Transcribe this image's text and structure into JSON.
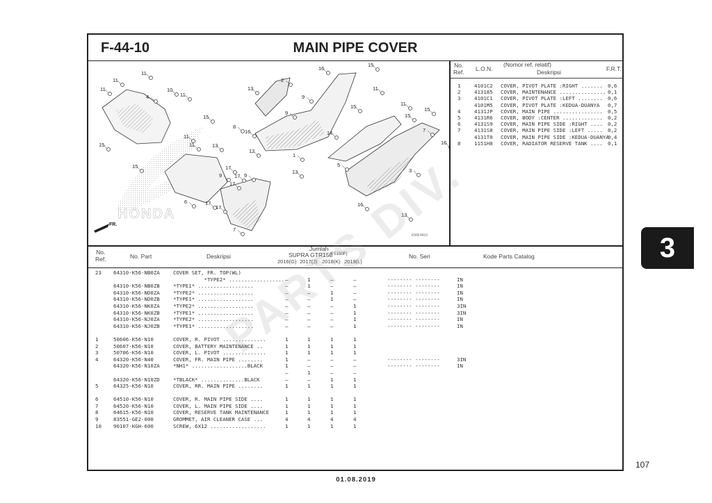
{
  "header": {
    "figure_no": "F-44-10",
    "title": "MAIN PIPE COVER"
  },
  "diagram": {
    "illustration_code": "K56F4410",
    "direction_label": "FR.",
    "logo_text": "HONDA",
    "callouts": [
      "11",
      "11",
      "11",
      "10",
      "11",
      "4",
      "15",
      "15",
      "15",
      "11",
      "11",
      "13",
      "2",
      "9",
      "9",
      "8",
      "16",
      "12",
      "13",
      "17",
      "9",
      "17",
      "17",
      "9",
      "17",
      "17",
      "6",
      "7",
      "13",
      "1",
      "16",
      "15",
      "11",
      "15",
      "14",
      "5",
      "11",
      "15",
      "15",
      "7",
      "16",
      "3",
      "16",
      "13"
    ]
  },
  "lon_table": {
    "headers": {
      "ref": "No.\nRef.",
      "lon": "L.O.N.",
      "nomor": "(Nomor ref. relatif)",
      "desc": "Deskripsi",
      "frt": "F.R.T."
    },
    "rows": [
      {
        "ref": "1",
        "lon": "4101C2",
        "desc": "COVER, PIVOT PLATE :RIGHT .......",
        "frt": "0,6"
      },
      {
        "ref": "2",
        "lon": "413185",
        "desc": "COVER, MAINTENANCE ...............",
        "frt": "0,1"
      },
      {
        "ref": "3",
        "lon": "4101C1",
        "desc": "COVER, PIVOT PLATE :LEFT ........",
        "frt": "0,6"
      },
      {
        "ref": "",
        "lon": "4101M5",
        "desc": "COVER, PIVOT PLATE :KEDUA-DUANYA",
        "frt": "0,7"
      },
      {
        "ref": "4",
        "lon": "4131JP",
        "desc": "COVER, MAIN PIPE ................",
        "frt": "0,5"
      },
      {
        "ref": "5",
        "lon": "4131R6",
        "desc": "COVER, BODY :CENTER .............",
        "frt": "0,2"
      },
      {
        "ref": "6",
        "lon": "4131S9",
        "desc": "COVER, MAIN PIPE SIDE :RIGHT ....",
        "frt": "0,2"
      },
      {
        "ref": "7",
        "lon": "4131S8",
        "desc": "COVER, MAIN PIPE SIDE :LEFT .....",
        "frt": "0,2"
      },
      {
        "ref": "",
        "lon": "4131T0",
        "desc": "COVER, MAIN PIPE SIDE :KEDUA-DUANYA",
        "frt": "0,4"
      },
      {
        "ref": "8",
        "lon": "1151H8",
        "desc": "COVER, RADIATOR RESERVE TANK ....",
        "frt": "0,1"
      }
    ]
  },
  "parts_table": {
    "headers": {
      "ref": "No.\nRef.",
      "part": "No. Part",
      "desc": "Deskripsi",
      "jumlah": "Jumlah",
      "model": "SUPRA GTR150",
      "model_code": "(FS150F)",
      "years": [
        "2016(G)",
        "2017(J)",
        "2018(K)",
        "2019(L)"
      ],
      "seri": "No. Seri",
      "catalog": "Kode Parts Catalog"
    },
    "rows": [
      {
        "ref": "23",
        "part": "64310-K56-NB0ZA",
        "desc": "COVER SET, FR. TOP(WL)",
        "q": [
          "",
          "",
          "",
          ""
        ],
        "seri": "",
        "code": ""
      },
      {
        "ref": "",
        "part": "",
        "desc": "          *TYPE2* ..................",
        "q": [
          "–",
          "1",
          "–",
          "–"
        ],
        "seri": "-------- --------",
        "code": "IN"
      },
      {
        "ref": "",
        "part": "64310-K56-NB0ZB",
        "desc": "*TYPE1* ..................",
        "q": [
          "–",
          "1",
          "–",
          "–"
        ],
        "seri": "-------- --------",
        "code": "IN"
      },
      {
        "ref": "",
        "part": "64310-K56-ND0ZA",
        "desc": "*TYPE2* ..................",
        "q": [
          "–",
          "–",
          "1",
          "–"
        ],
        "seri": "-------- --------",
        "code": "IN"
      },
      {
        "ref": "",
        "part": "64310-K56-ND0ZB",
        "desc": "*TYPE1* ..................",
        "q": [
          "–",
          "–",
          "1",
          "–"
        ],
        "seri": "-------- --------",
        "code": "IN"
      },
      {
        "ref": "",
        "part": "64310-K56-NK0ZA",
        "desc": "*TYPE2* ..................",
        "q": [
          "–",
          "–",
          "–",
          "1"
        ],
        "seri": "-------- --------",
        "code": "3IN"
      },
      {
        "ref": "",
        "part": "64310-K56-NK0ZB",
        "desc": "*TYPE1* ..................",
        "q": [
          "–",
          "–",
          "–",
          "1"
        ],
        "seri": "-------- --------",
        "code": "3IN"
      },
      {
        "ref": "",
        "part": "64310-K56-NJ0ZA",
        "desc": "*TYPE2* ..................",
        "q": [
          "–",
          "–",
          "–",
          "1"
        ],
        "seri": "-------- --------",
        "code": "IN"
      },
      {
        "ref": "",
        "part": "64310-K56-NJ0ZB",
        "desc": "*TYPE1* ..................",
        "q": [
          "–",
          "–",
          "–",
          "1"
        ],
        "seri": "-------- --------",
        "code": "IN"
      },
      {
        "ref": "",
        "part": "",
        "desc": "",
        "q": [
          "",
          "",
          "",
          ""
        ],
        "seri": "",
        "code": ""
      },
      {
        "ref": "1",
        "part": "50606-K56-N10",
        "desc": "COVER, R. PIVOT ..............",
        "q": [
          "1",
          "1",
          "1",
          "1"
        ],
        "seri": "",
        "code": ""
      },
      {
        "ref": "2",
        "part": "50607-K56-N10",
        "desc": "COVER, BATTERY MAINTENANCE ..",
        "q": [
          "1",
          "1",
          "1",
          "1"
        ],
        "seri": "",
        "code": ""
      },
      {
        "ref": "3",
        "part": "50706-K56-N10",
        "desc": "COVER, L. PIVOT ..............",
        "q": [
          "1",
          "1",
          "1",
          "1"
        ],
        "seri": "",
        "code": ""
      },
      {
        "ref": "4",
        "part": "64320-K56-N40",
        "desc": "COVER, FR. MAIN PIPE ........",
        "q": [
          "1",
          "–",
          "–",
          "–"
        ],
        "seri": "-------- --------",
        "code": "3IN"
      },
      {
        "ref": "",
        "part": "64320-K56-N10ZA",
        "desc": "*NH1* ..................BLACK",
        "q": [
          "1",
          "–",
          "–",
          "–"
        ],
        "seri": "-------- --------",
        "code": "IN"
      },
      {
        "ref": "",
        "part": "",
        "desc": "",
        "q": [
          "–",
          "1",
          "–",
          "–"
        ],
        "seri": "",
        "code": ""
      },
      {
        "ref": "",
        "part": "64320-K56-N10ZD",
        "desc": "*TBLACK* ..............BLACK",
        "q": [
          "–",
          "–",
          "1",
          "1"
        ],
        "seri": "",
        "code": ""
      },
      {
        "ref": "5",
        "part": "64325-K56-N10",
        "desc": "COVER, RR. MAIN PIPE ........",
        "q": [
          "1",
          "1",
          "1",
          "1"
        ],
        "seri": "",
        "code": ""
      },
      {
        "ref": "",
        "part": "",
        "desc": "",
        "q": [
          "",
          "",
          "",
          ""
        ],
        "seri": "",
        "code": ""
      },
      {
        "ref": "6",
        "part": "64510-K56-N10",
        "desc": "COVER, R. MAIN PIPE SIDE ....",
        "q": [
          "1",
          "1",
          "1",
          "1"
        ],
        "seri": "",
        "code": ""
      },
      {
        "ref": "7",
        "part": "64520-K56-N10",
        "desc": "COVER, L. MAIN PIPE SIDE ....",
        "q": [
          "1",
          "1",
          "1",
          "1"
        ],
        "seri": "",
        "code": ""
      },
      {
        "ref": "8",
        "part": "64615-K56-N10",
        "desc": "COVER, RESERVE TANK MAINTENANCE",
        "q": [
          "1",
          "1",
          "1",
          "1"
        ],
        "seri": "",
        "code": ""
      },
      {
        "ref": "9",
        "part": "83551-GE2-000",
        "desc": "GROMMET, AIR CLEANER CASE ...",
        "q": [
          "4",
          "4",
          "4",
          "4"
        ],
        "seri": "",
        "code": ""
      },
      {
        "ref": "10",
        "part": "90107-KGH-600",
        "desc": "SCREW, 6X12 ..................",
        "q": [
          "1",
          "1",
          "1",
          "1"
        ],
        "seri": "",
        "code": ""
      }
    ]
  },
  "section_tab": "3",
  "page_number": "107",
  "date": "01.08.2019",
  "watermark": "PARTS DIV."
}
